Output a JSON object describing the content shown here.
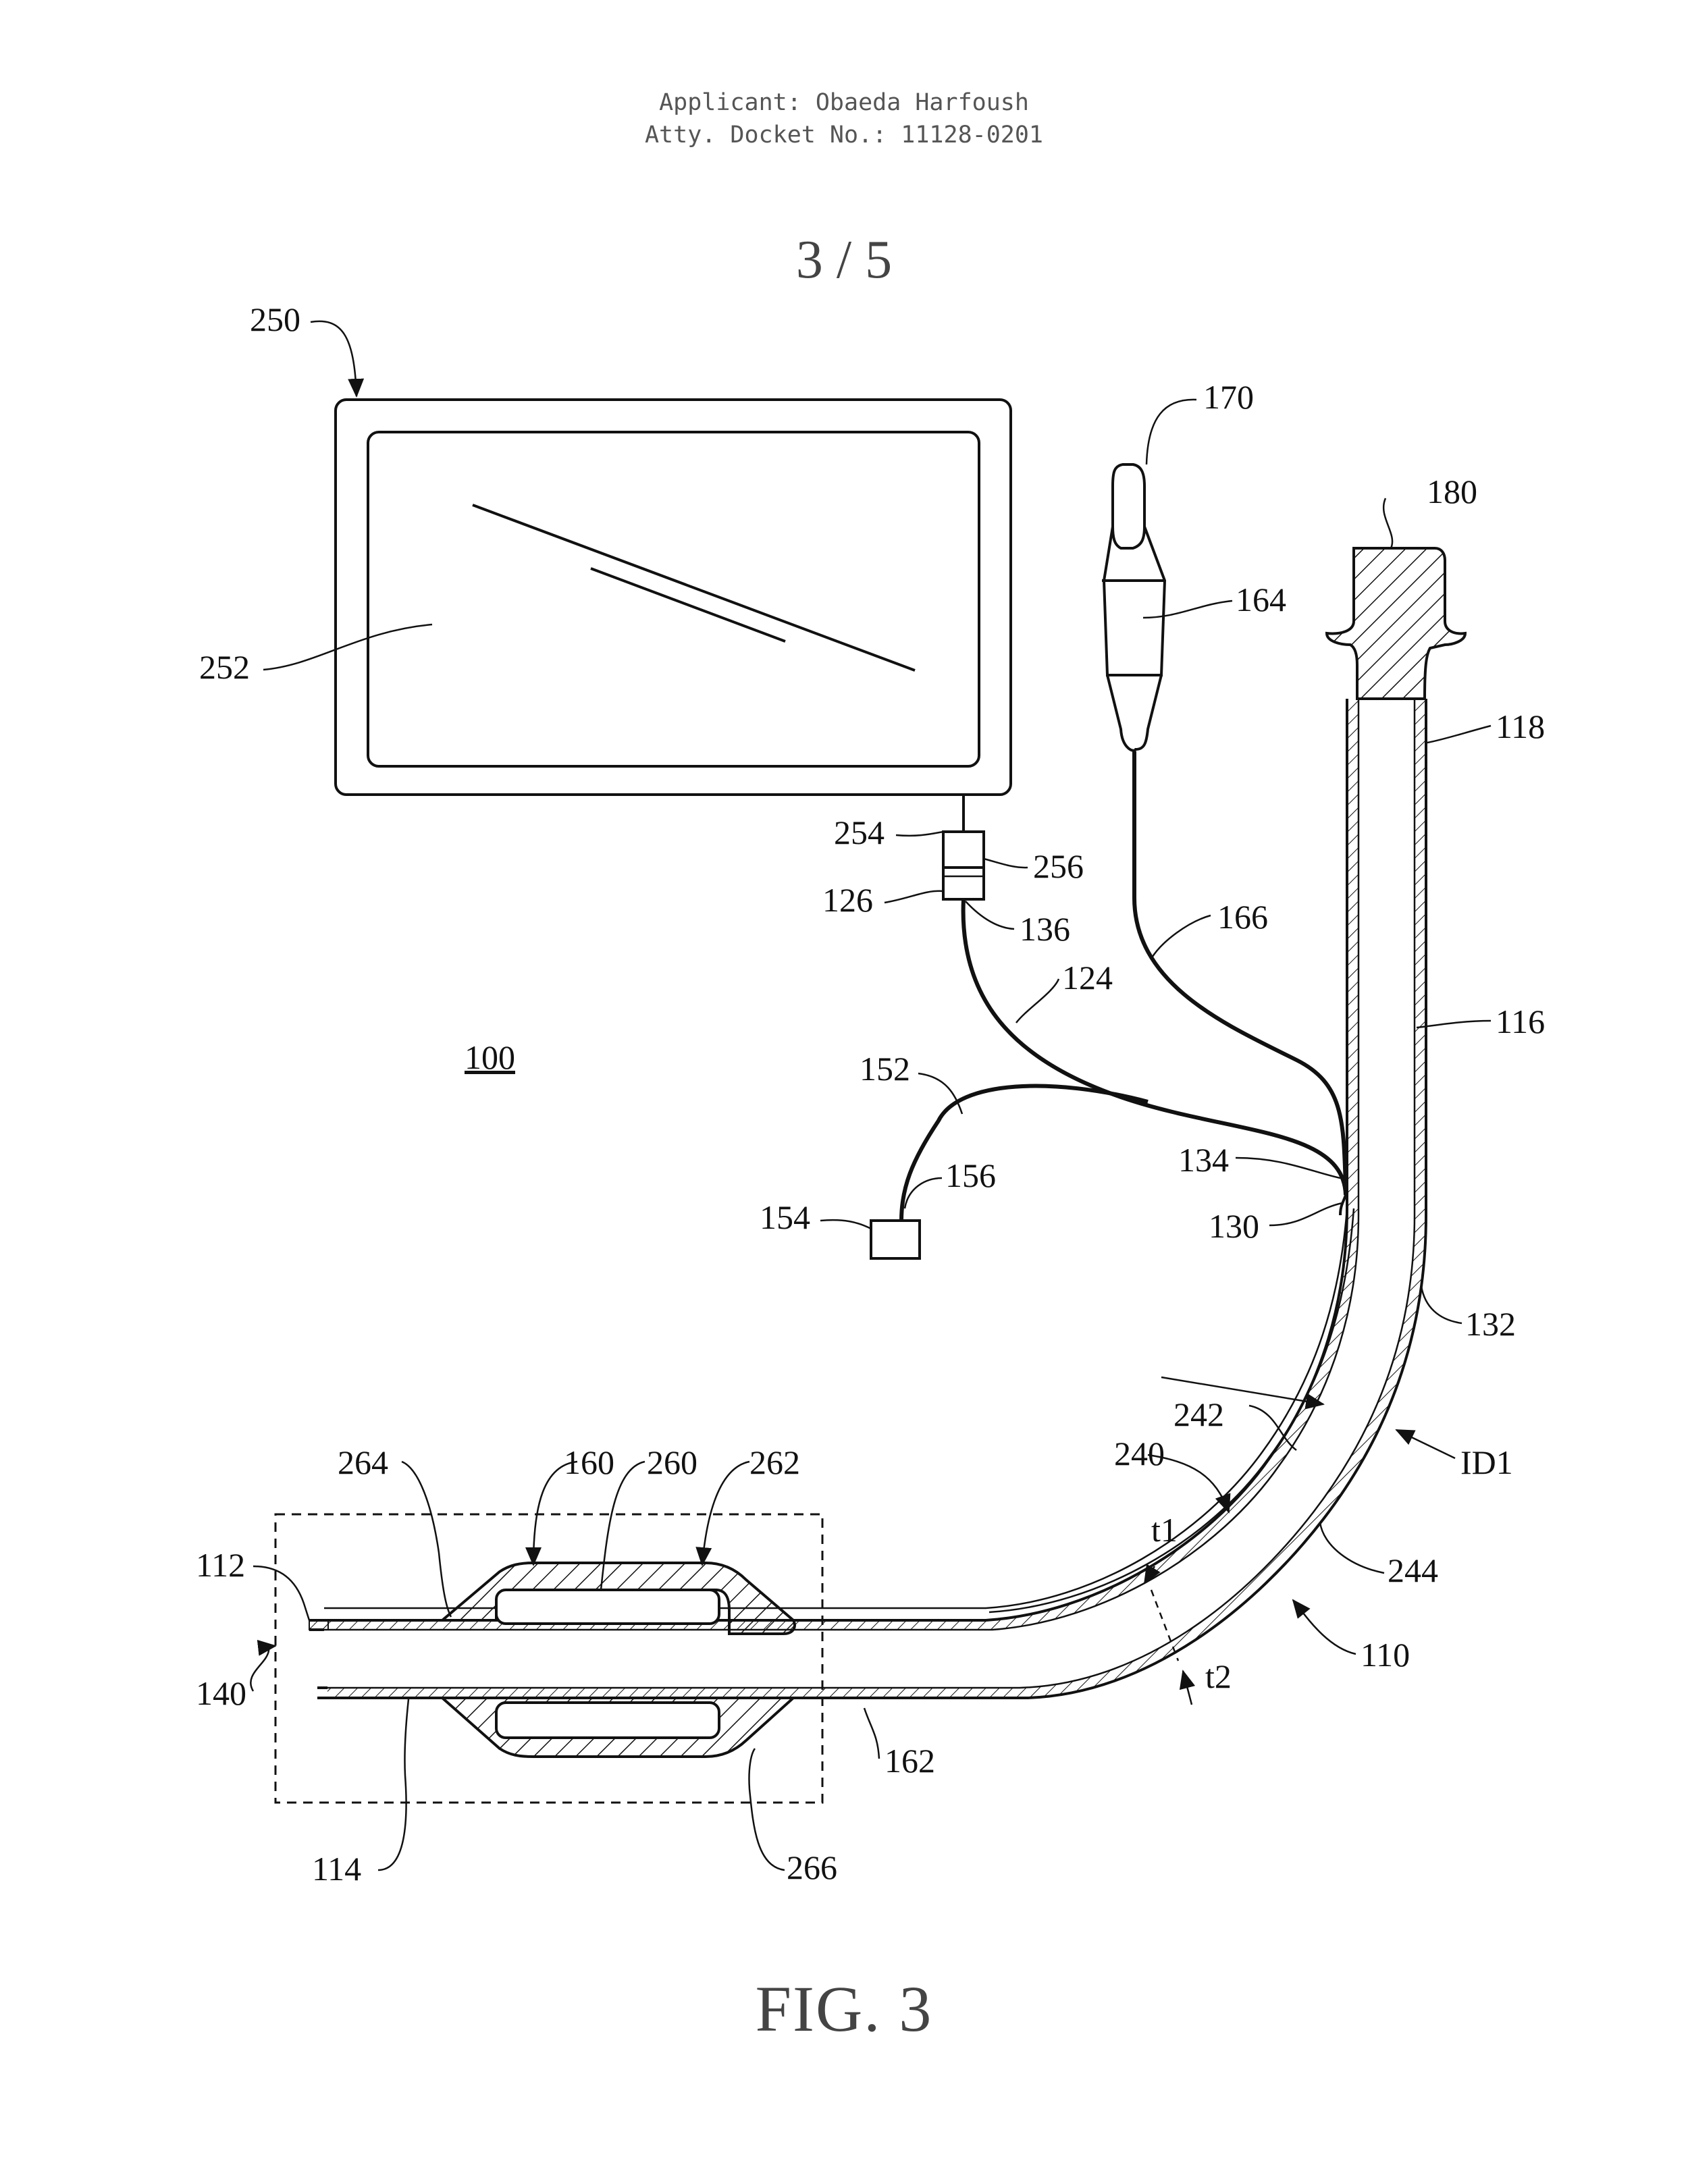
{
  "header": {
    "applicant": "Applicant: Obaeda Harfoush",
    "docket": "Atty. Docket No.: 11128-0201"
  },
  "sheet_number": "3 / 5",
  "figure_label": "FIG. 3",
  "reference_labels": {
    "r100": "100",
    "r110": "110",
    "r112": "112",
    "r114": "114",
    "r116": "116",
    "r118": "118",
    "r124": "124",
    "r126": "126",
    "r130": "130",
    "r132": "132",
    "r134": "134",
    "r136": "136",
    "r140": "140",
    "r152": "152",
    "r154": "154",
    "r156": "156",
    "r160": "160",
    "r162": "162",
    "r164": "164",
    "r166": "166",
    "r170": "170",
    "r180": "180",
    "r240": "240",
    "r242": "242",
    "r244": "244",
    "r250": "250",
    "r252": "252",
    "r254": "254",
    "r256": "256",
    "r260": "260",
    "r262": "262",
    "r264": "264",
    "r266": "266",
    "id1": "ID1",
    "t1": "t1",
    "t2": "t2"
  }
}
